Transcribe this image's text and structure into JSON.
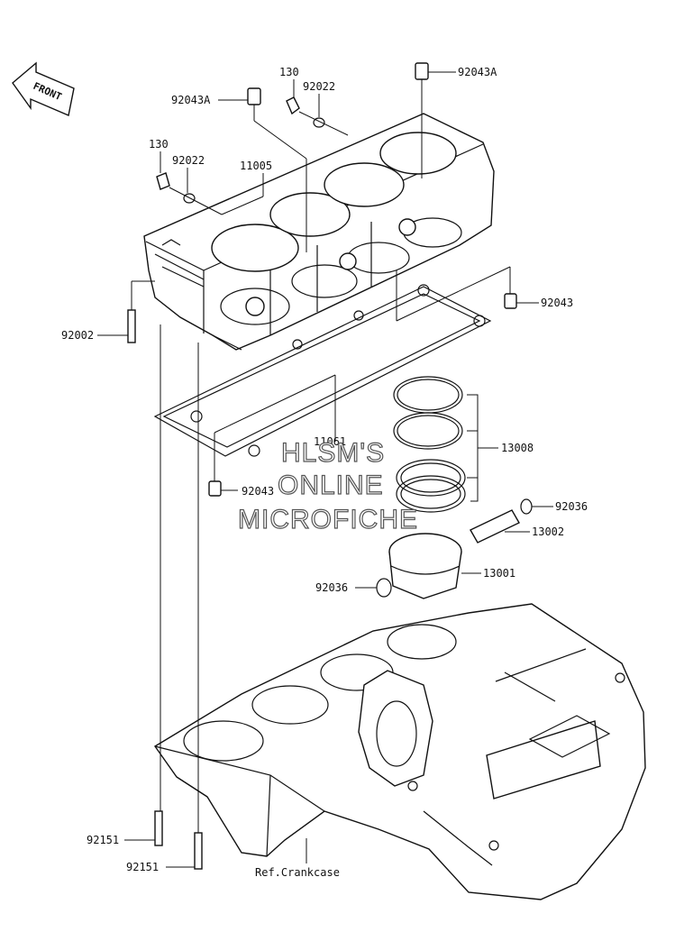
{
  "direction_label": "FRONT",
  "parts": {
    "p92043A_left": "92043A",
    "p92043A_right": "92043A",
    "p130_top": "130",
    "p92022_top": "92022",
    "p130_left": "130",
    "p92022_left": "92022",
    "p11005": "11005",
    "p92002": "92002",
    "p92043_right": "92043",
    "p11061": "11061",
    "p13008": "13008",
    "p92043_left": "92043",
    "p92036_right": "92036",
    "p13002": "13002",
    "p13001": "13001",
    "p92036_left": "92036",
    "p92151_a": "92151",
    "p92151_b": "92151"
  },
  "reference_label": "Ref.Crankcase",
  "watermark": {
    "line1": "HLSM'S",
    "line2": "ONLINE",
    "line3": "MICROFICHE"
  }
}
